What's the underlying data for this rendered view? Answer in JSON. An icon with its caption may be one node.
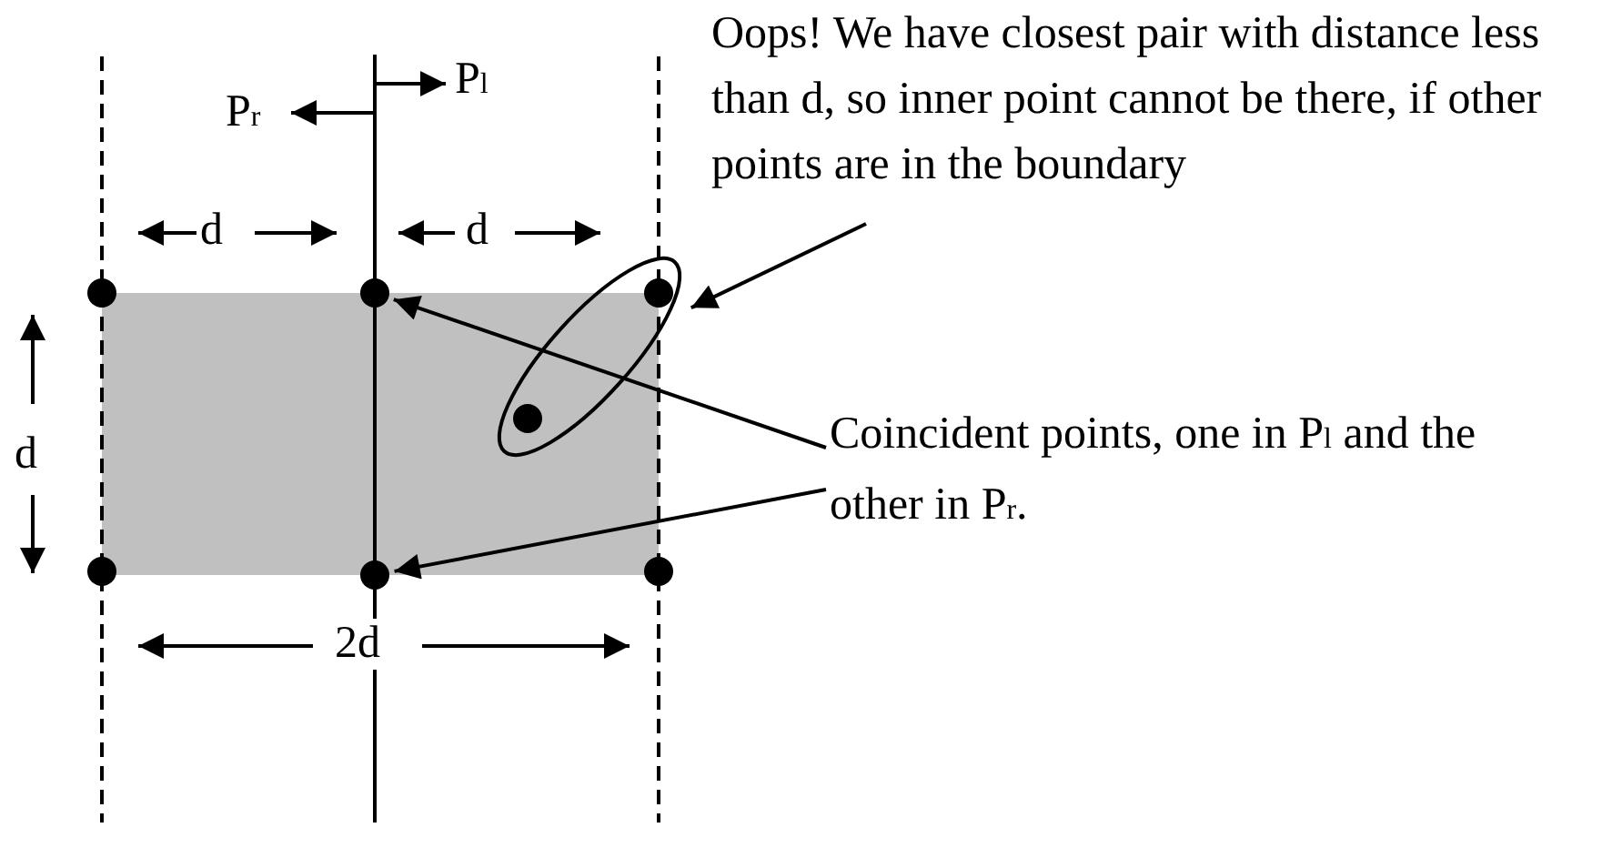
{
  "diagram": {
    "nodes": [
      {
        "text": [
          "Oops! We have closest pair with distance less than d, so inner point cannot be there, if other points are in the boundary"
        ]
      },
      {
        "text": [],
        "shape": "ellipse"
      },
      {
        "text": [
          "Coincident points, one in P$_{l}$ and the other in P$_{r}$."
        ]
      },
      {
        "text": [],
        "shape": "circle"
      },
      {
        "text": [],
        "shape": "circle"
      },
      {
        "text": [],
        "shape": "circle",
        "in": 1
      },
      {
        "text": [],
        "shape": "circle",
        "in": 1
      },
      {
        "text": [],
        "shape": "circle"
      },
      {
        "text": [],
        "shape": "circle"
      },
      {
        "text": [],
        "shape": "circle"
      }
    ],
    "edges": [
      {
        "from": 0,
        "to": 1,
        "arrow": "to"
      },
      {
        "from": 2,
        "to": 4,
        "arrow": "to"
      },
      {
        "from": 2,
        "to": 8,
        "arrow": "to"
      }
    ],
    "labels": [
      "P$_{l}$",
      "P$_{r}$",
      "d",
      "d",
      "d",
      "2d"
    ]
  }
}
